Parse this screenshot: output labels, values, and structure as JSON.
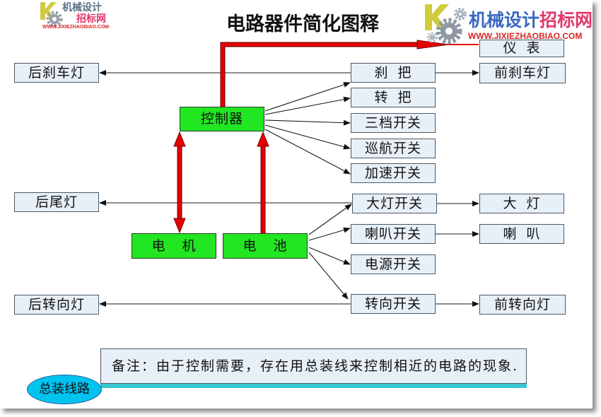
{
  "title": "电路器件简化图释",
  "watermark_left": {
    "line1": "机械设计",
    "line2": "招标网",
    "url": "WWW.JIXIEZHAOBIAO.COM"
  },
  "watermark_right": {
    "name_a": "机械设计",
    "name_b": "招标网",
    "url": "WWW.JIXIEZHAOBIAO.COM"
  },
  "nodes": {
    "instrument": "仪 表",
    "rear_brake_light": "后刹车灯",
    "brake_lever": "刹 把",
    "front_brake_light": "前刹车灯",
    "throttle": "转 把",
    "controller": "控制器",
    "three_speed_switch": "三档开关",
    "cruise_switch": "巡航开关",
    "accel_switch": "加速开关",
    "tail_light": "后尾灯",
    "headlight_switch": "大灯开关",
    "headlight": "大 灯",
    "horn_switch": "喇叭开关",
    "horn": "喇 叭",
    "motor": "电 机",
    "battery": "电 池",
    "power_switch": "电源开关",
    "rear_turn_light": "后转向灯",
    "turn_switch": "转向开关",
    "front_turn_light": "前转向灯"
  },
  "note": "备注：由于控制需要，存在用总装线来控制相近的电路的现象.",
  "legend_ellipse": "总装线路",
  "colors": {
    "box_fill": "#e8f0f7",
    "green_fill": "#21e621",
    "red_arrow": "#e60000",
    "ellipse_fill": "#00c3f0",
    "note_stripe": "#36c6d2",
    "brand_blue": "#3767c0",
    "brand_red": "#e2386a",
    "url_red": "#d92626"
  }
}
